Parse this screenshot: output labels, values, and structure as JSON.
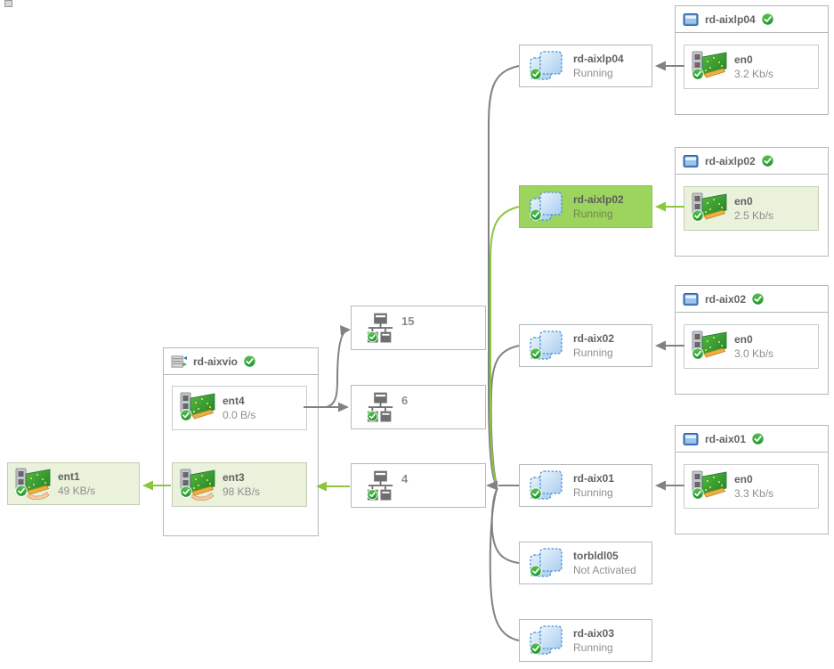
{
  "colors": {
    "selected_path_green": "#9cd45e",
    "highlight_pale_green": "#eaf2dc",
    "status_ok_green": "#2f9e35",
    "link_gray": "#828282",
    "link_green": "#8cc63e"
  },
  "standalone_adapter": {
    "name": "ent1",
    "rate": "49 KB/s"
  },
  "vio_server": {
    "name": "rd-aixvio",
    "adapters": [
      {
        "name": "ent4",
        "rate": "0.0 B/s"
      },
      {
        "name": "ent3",
        "rate": "98 KB/s"
      }
    ]
  },
  "networks": [
    {
      "id": "15"
    },
    {
      "id": "6"
    },
    {
      "id": "4"
    }
  ],
  "lpars": [
    {
      "name": "rd-aixlp04",
      "status": "Running"
    },
    {
      "name": "rd-aixlp02",
      "status": "Running"
    },
    {
      "name": "rd-aix02",
      "status": "Running"
    },
    {
      "name": "rd-aix01",
      "status": "Running"
    },
    {
      "name": "torbldl05",
      "status": "Not Activated"
    },
    {
      "name": "rd-aix03",
      "status": "Running"
    }
  ],
  "hosts": [
    {
      "name": "rd-aixlp04",
      "adapter": {
        "name": "en0",
        "rate": "3.2 Kb/s"
      }
    },
    {
      "name": "rd-aixlp02",
      "adapter": {
        "name": "en0",
        "rate": "2.5 Kb/s"
      }
    },
    {
      "name": "rd-aix02",
      "adapter": {
        "name": "en0",
        "rate": "3.0 Kb/s"
      }
    },
    {
      "name": "rd-aix01",
      "adapter": {
        "name": "en0",
        "rate": "3.3 Kb/s"
      }
    }
  ]
}
